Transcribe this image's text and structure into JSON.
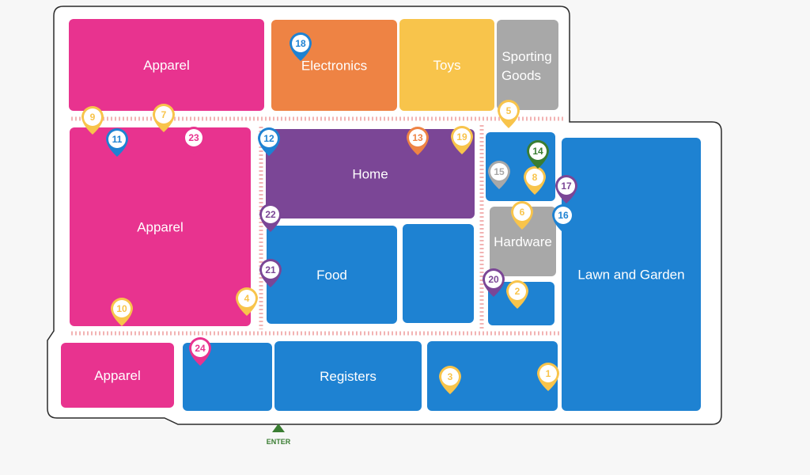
{
  "colors": {
    "apparel": "#e8338f",
    "electronics": "#ee8344",
    "toys": "#f8c44b",
    "sporting": "#a8a8a8",
    "home": "#7b4696",
    "blue": "#1e82d2",
    "hardware": "#a8a8a8",
    "aisle": "#f2b3b3",
    "outline": "#2b2b2b",
    "enter": "#3a7d32",
    "pin_yellow": "#f8c44b",
    "pin_blue": "#1e82d2",
    "pin_pink": "#e8338f",
    "pin_orange": "#ee8344",
    "pin_purple": "#7b4696",
    "pin_green": "#3a7d32",
    "pin_gray": "#a8a8a8"
  },
  "zones": [
    {
      "id": "apparel-top",
      "label": "Apparel",
      "color": "apparel"
    },
    {
      "id": "electronics",
      "label": "Electronics",
      "color": "electronics"
    },
    {
      "id": "toys",
      "label": "Toys",
      "color": "toys"
    },
    {
      "id": "sporting-goods",
      "label": "Sporting Goods",
      "lines": [
        "Sporting",
        "Goods"
      ],
      "color": "sporting"
    },
    {
      "id": "apparel-left",
      "label": "Apparel",
      "color": "apparel"
    },
    {
      "id": "home",
      "label": "Home",
      "color": "home"
    },
    {
      "id": "food",
      "label": "Food",
      "color": "blue"
    },
    {
      "id": "food-side",
      "label": "",
      "color": "blue"
    },
    {
      "id": "hardware-top",
      "label": "",
      "color": "blue"
    },
    {
      "id": "hardware",
      "label": "Hardware",
      "color": "hardware"
    },
    {
      "id": "hardware-bottom",
      "label": "",
      "color": "blue"
    },
    {
      "id": "lawn-garden",
      "label": "Lawn and Garden",
      "color": "blue"
    },
    {
      "id": "apparel-bottom",
      "label": "Apparel",
      "color": "apparel"
    },
    {
      "id": "checkout-left",
      "label": "",
      "color": "blue"
    },
    {
      "id": "registers",
      "label": "Registers",
      "color": "blue"
    },
    {
      "id": "checkout-right",
      "label": "",
      "color": "blue"
    }
  ],
  "pins": [
    {
      "number": "1",
      "color": "pin_yellow"
    },
    {
      "number": "2",
      "color": "pin_yellow"
    },
    {
      "number": "3",
      "color": "pin_yellow"
    },
    {
      "number": "4",
      "color": "pin_yellow"
    },
    {
      "number": "5",
      "color": "pin_yellow"
    },
    {
      "number": "6",
      "color": "pin_yellow"
    },
    {
      "number": "7",
      "color": "pin_yellow"
    },
    {
      "number": "8",
      "color": "pin_yellow"
    },
    {
      "number": "9",
      "color": "pin_yellow"
    },
    {
      "number": "10",
      "color": "pin_yellow"
    },
    {
      "number": "11",
      "color": "pin_blue"
    },
    {
      "number": "12",
      "color": "pin_blue"
    },
    {
      "number": "13",
      "color": "pin_orange"
    },
    {
      "number": "14",
      "color": "pin_green"
    },
    {
      "number": "15",
      "color": "pin_gray"
    },
    {
      "number": "16",
      "color": "pin_blue"
    },
    {
      "number": "17",
      "color": "pin_purple"
    },
    {
      "number": "18",
      "color": "pin_blue"
    },
    {
      "number": "19",
      "color": "pin_yellow"
    },
    {
      "number": "20",
      "color": "pin_purple"
    },
    {
      "number": "21",
      "color": "pin_purple"
    },
    {
      "number": "22",
      "color": "pin_purple"
    },
    {
      "number": "23",
      "color": "pin_pink"
    },
    {
      "number": "24",
      "color": "pin_pink"
    }
  ],
  "entrance": {
    "label": "ENTER"
  }
}
